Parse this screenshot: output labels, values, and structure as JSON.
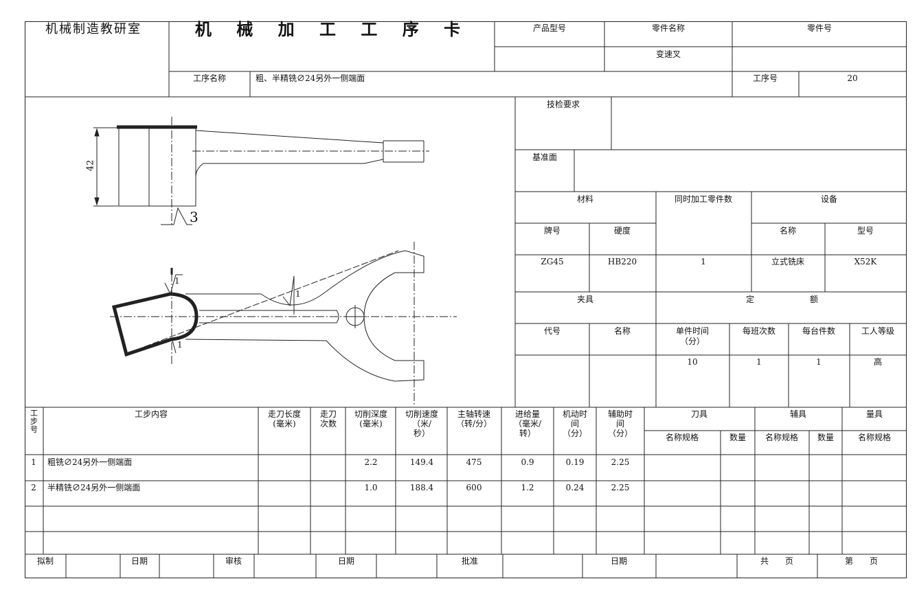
{
  "header": {
    "lab": "机械制造教研室",
    "title": "机 械 加 工 工 序 卡",
    "product_model_label": "产品型号",
    "part_name_label": "零件名称",
    "part_no_label": "零件号",
    "part_name_value": "变速叉",
    "process_name_label": "工序名称",
    "process_name_value": "粗、半精铣∅24另外一侧端面",
    "process_no_label": "工序号",
    "process_no_value": "20"
  },
  "drawing": {
    "dim_42": "42",
    "roughness_3": "3",
    "roughness_1a": "1",
    "roughness_1b": "1",
    "roughness_1c": "1"
  },
  "right_panel": {
    "inspection_label": "技检要求",
    "datum_label": "基准面",
    "material_label": "材料",
    "simul_parts_label": "同时加工零件数",
    "equipment_label": "设备",
    "grade_label": "牌号",
    "hardness_label": "硬度",
    "equip_name_label": "名称",
    "equip_model_label": "型号",
    "grade_value": "ZG45",
    "hardness_value": "HB220",
    "simul_parts_value": "1",
    "equip_name_value": "立式铣床",
    "equip_model_value": "X52K",
    "fixture_label": "夹具",
    "quota_label_1": "定",
    "quota_label_2": "额",
    "code_label": "代号",
    "fixture_name_label": "名称",
    "unit_time_label_1": "单件时间",
    "unit_time_label_2": "（分）",
    "per_shift_label": "每班次数",
    "per_machine_label": "每台件数",
    "worker_grade_label": "工人等级",
    "unit_time_value": "10",
    "per_shift_value": "1",
    "per_machine_value": "1",
    "worker_grade_value": "高"
  },
  "steps_header": {
    "step_no": [
      "工",
      "步",
      "号"
    ],
    "content": "工步内容",
    "travel_len": [
      "走刀长度",
      "(毫米)"
    ],
    "passes": [
      "走刀",
      "次数"
    ],
    "cut_depth": [
      "切削深度",
      "(毫米)"
    ],
    "cut_speed": [
      "切削速度",
      "（米/",
      "秒）"
    ],
    "spindle": [
      "主轴转速",
      "（转/分）"
    ],
    "feed": [
      "进给量",
      "（毫米/",
      "转）"
    ],
    "machine_time": [
      "机动时",
      "间",
      "（分）"
    ],
    "aux_time": [
      "辅助时",
      "间",
      "（分）"
    ],
    "tool": "刀具",
    "accessory": "辅具",
    "gauge": "量具",
    "spec": "名称规格",
    "qty": "数量"
  },
  "steps": [
    {
      "no": "1",
      "content": "粗铣∅24另外一侧端面",
      "depth": "2.2",
      "speed": "149.4",
      "rpm": "475",
      "feed": "0.9",
      "mtime": "0.19",
      "atime": "2.25"
    },
    {
      "no": "2",
      "content": "半精铣∅24另外一侧端面",
      "depth": "1.0",
      "speed": "188.4",
      "rpm": "600",
      "feed": "1.2",
      "mtime": "0.24",
      "atime": "2.25"
    }
  ],
  "footer": {
    "drafted": "拟制",
    "date1": "日期",
    "reviewed": "审核",
    "date2": "日期",
    "approved": "批准",
    "date3": "日期",
    "total_pages": "共　　页",
    "page_no": "第　　页"
  }
}
